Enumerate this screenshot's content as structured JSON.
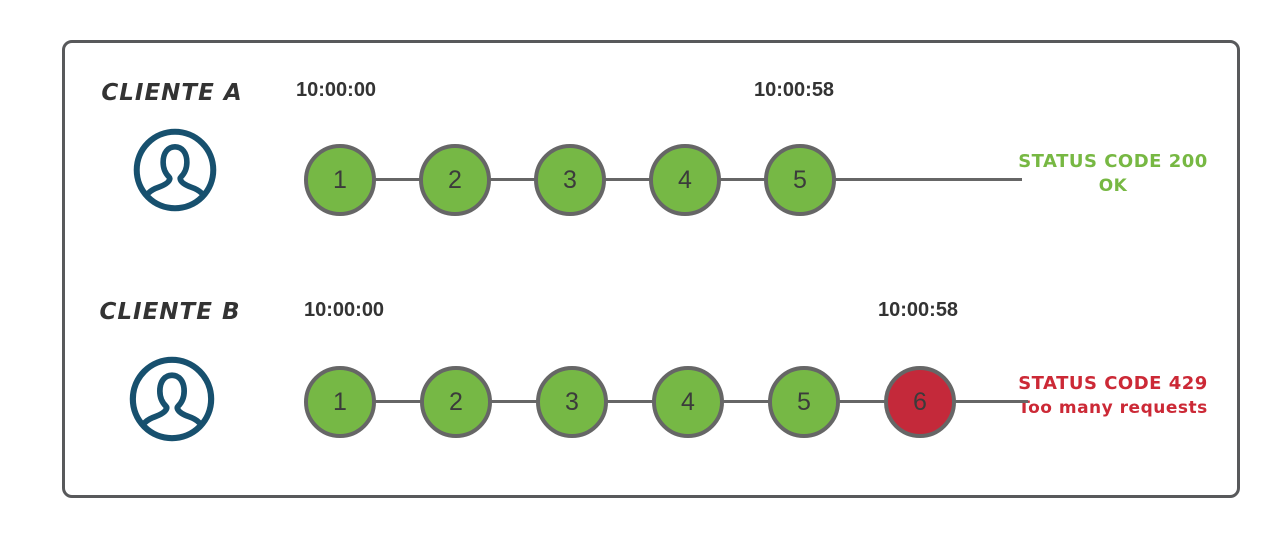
{
  "colors": {
    "box_border": "#58595b",
    "line": "#666666",
    "circle_border": "#666666",
    "ok_green": "#76b845",
    "error_red": "#c4293a",
    "timestamp_text": "#333333",
    "client_text": "#333333",
    "status_ok_text": "#77b843",
    "status_error_text": "#cc2936",
    "user_icon": "#17506e"
  },
  "rows": [
    {
      "client": "CLIENTE A",
      "start_time": "10:00:00",
      "end_time": "10:00:58",
      "requests": [
        {
          "label": "1",
          "state": "ok"
        },
        {
          "label": "2",
          "state": "ok"
        },
        {
          "label": "3",
          "state": "ok"
        },
        {
          "label": "4",
          "state": "ok"
        },
        {
          "label": "5",
          "state": "ok"
        }
      ],
      "status": {
        "state": "ok",
        "code_line": "STATUS CODE 200",
        "message_line": "OK"
      }
    },
    {
      "client": "CLIENTE B",
      "start_time": "10:00:00",
      "end_time": "10:00:58",
      "requests": [
        {
          "label": "1",
          "state": "ok"
        },
        {
          "label": "2",
          "state": "ok"
        },
        {
          "label": "3",
          "state": "ok"
        },
        {
          "label": "4",
          "state": "ok"
        },
        {
          "label": "5",
          "state": "ok"
        },
        {
          "label": "6",
          "state": "rate-limited"
        }
      ],
      "status": {
        "state": "error",
        "code_line": "STATUS CODE 429",
        "message_line": "Too many requests"
      }
    }
  ]
}
